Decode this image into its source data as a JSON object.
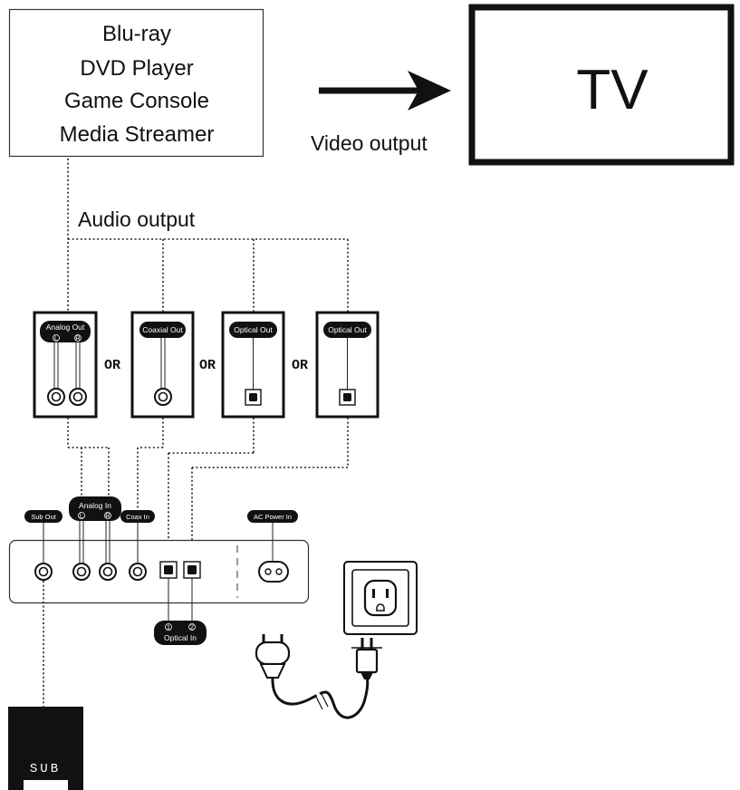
{
  "source_device": {
    "lines": [
      "Blu-ray",
      "DVD Player",
      "Game Console",
      "Media Streamer"
    ]
  },
  "tv": {
    "label": "TV"
  },
  "video_output_label": "Video output",
  "audio_output_label": "Audio output",
  "output_panels": [
    {
      "label": "Analog Out",
      "sub_left": "L",
      "sub_right": "R"
    },
    {
      "label": "Coaxial Out"
    },
    {
      "label": "Optical Out"
    },
    {
      "label": "Optical Out"
    }
  ],
  "or_labels": [
    "OR",
    "OR",
    "OR"
  ],
  "soundbar_inputs": {
    "sub_out": "Sub Out",
    "analog_in": "Analog In",
    "analog_l": "L",
    "analog_r": "R",
    "coax_in": "Coax In",
    "ac_power_in": "AC Power In",
    "optical_in": "Optical In",
    "optical_1": "1",
    "optical_2": "2"
  },
  "subwoofer": {
    "label": "SUB"
  }
}
